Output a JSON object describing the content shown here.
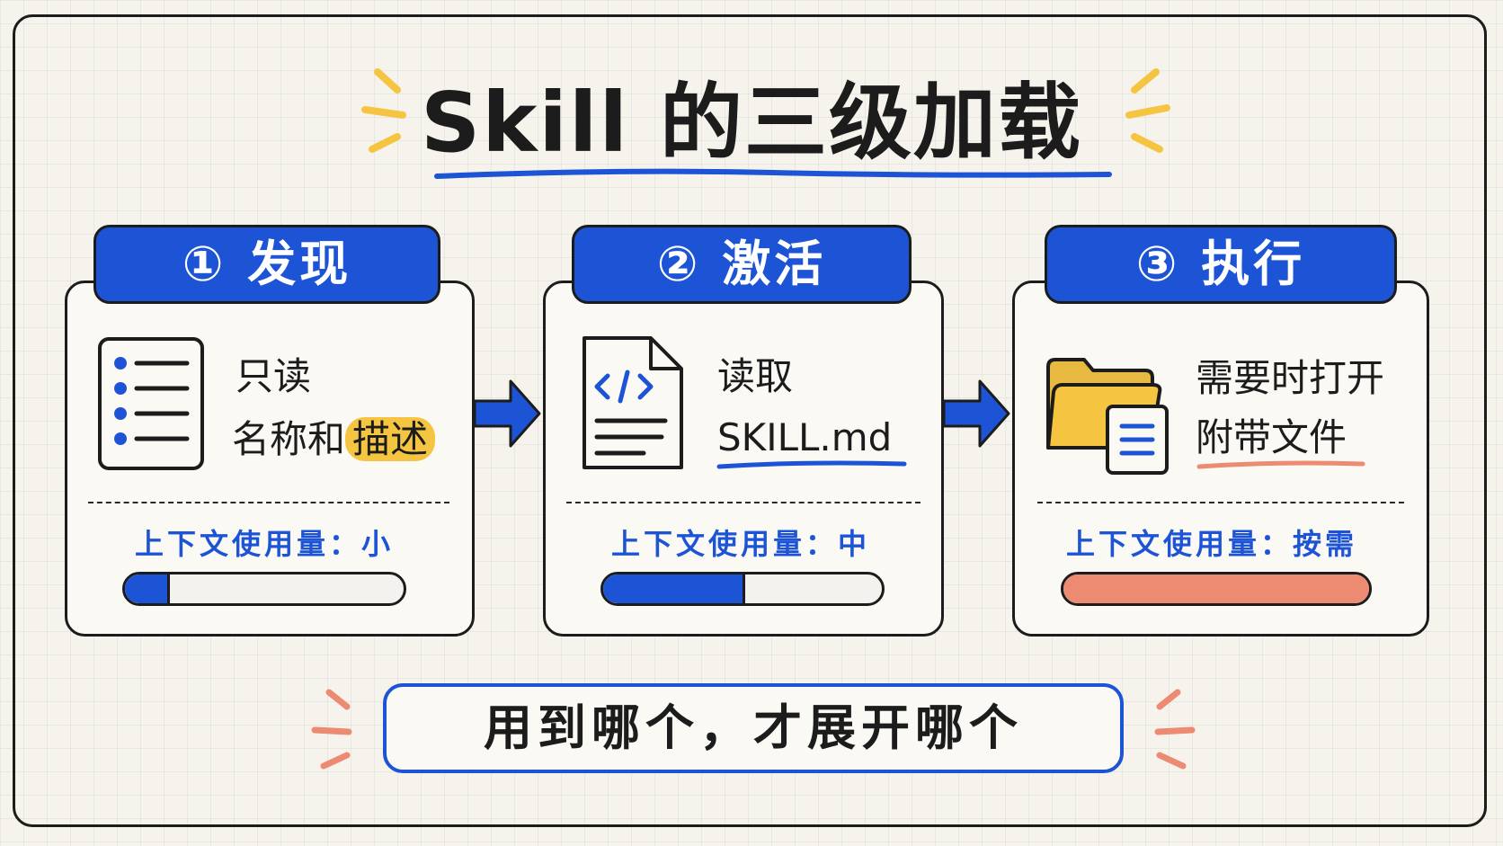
{
  "title": "Skill 的三级加载",
  "colors": {
    "primary": "#1d54d6",
    "highlight": "#f5c542",
    "accent_red": "#ec8a72",
    "ink": "#1c1c1c"
  },
  "steps": [
    {
      "header": "① 发现",
      "icon": "list-icon",
      "line1": "只读",
      "line2_plain": "名称和",
      "line2_highlight": "描述",
      "usage": "上下文使用量：小",
      "usage_fraction": 0.15,
      "bar_color": "#1d54d6"
    },
    {
      "header": "② 激活",
      "icon": "code-file-icon",
      "line1": "读取",
      "line2": "SKILL.md",
      "usage": "上下文使用量：中",
      "usage_fraction": 0.5,
      "bar_color": "#1d54d6"
    },
    {
      "header": "③ 执行",
      "icon": "folder-icon",
      "line1": "需要时打开",
      "line2": "附带文件",
      "usage": "上下文使用量：按需",
      "usage_fraction": 1.0,
      "bar_color": "#ec8a72"
    }
  ],
  "slogan": "用到哪个，才展开哪个"
}
